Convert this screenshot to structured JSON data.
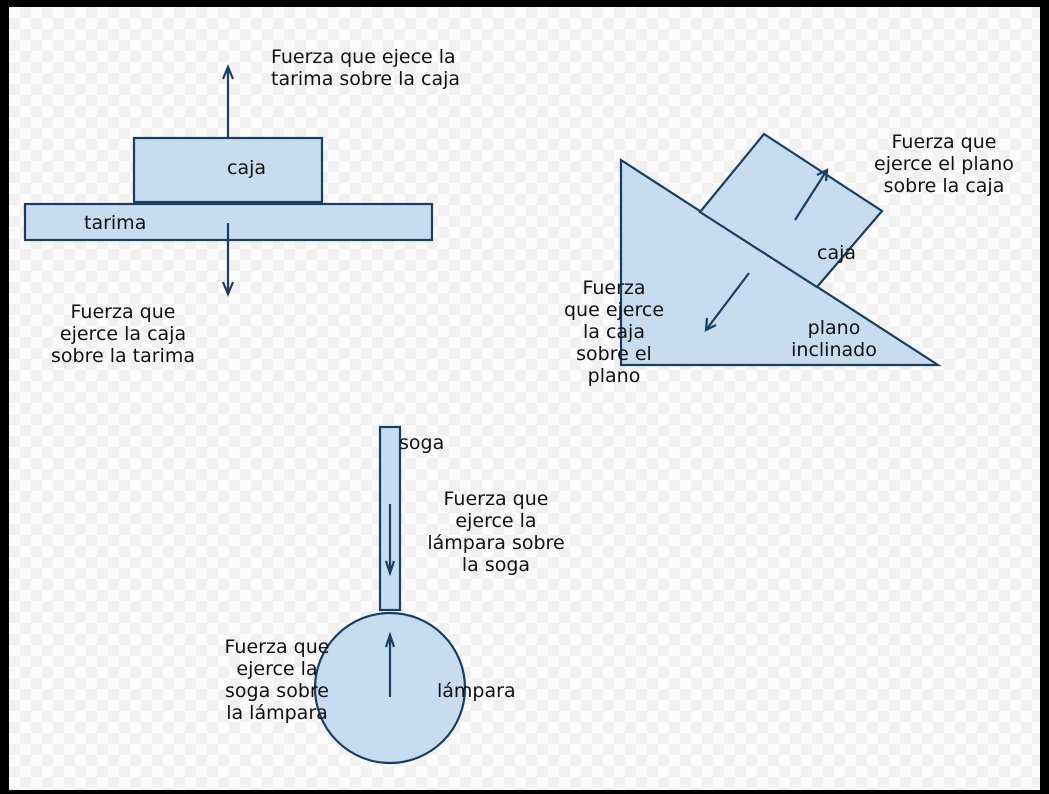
{
  "colors": {
    "fill": "#c7dcef",
    "stroke": "#1a3e5f",
    "frame": "#000000"
  },
  "top_left": {
    "box_label": "caja",
    "platform_label": "tarima",
    "force_up_lines": [
      "Fuerza que ejece la",
      "tarima sobre la caja"
    ],
    "force_down_lines": [
      "Fuerza que",
      "ejerce la caja",
      "sobre la tarima"
    ]
  },
  "top_right": {
    "box_label": "caja",
    "plane_lines": [
      "plano",
      "inclinado"
    ],
    "force_up_lines": [
      "Fuerza que",
      "ejerce el plano",
      "sobre la caja"
    ],
    "force_down_lines": [
      "Fuerza",
      "que ejerce",
      "la caja",
      "sobre el",
      "plano"
    ]
  },
  "bottom": {
    "rope_label": "soga",
    "lamp_label": "lámpara",
    "force_rope_lines": [
      "Fuerza que",
      "ejerce la",
      "lámpara sobre",
      "la soga"
    ],
    "force_lamp_lines": [
      "Fuerza que",
      "ejerce la",
      "soga sobre",
      "la lámpara"
    ]
  }
}
